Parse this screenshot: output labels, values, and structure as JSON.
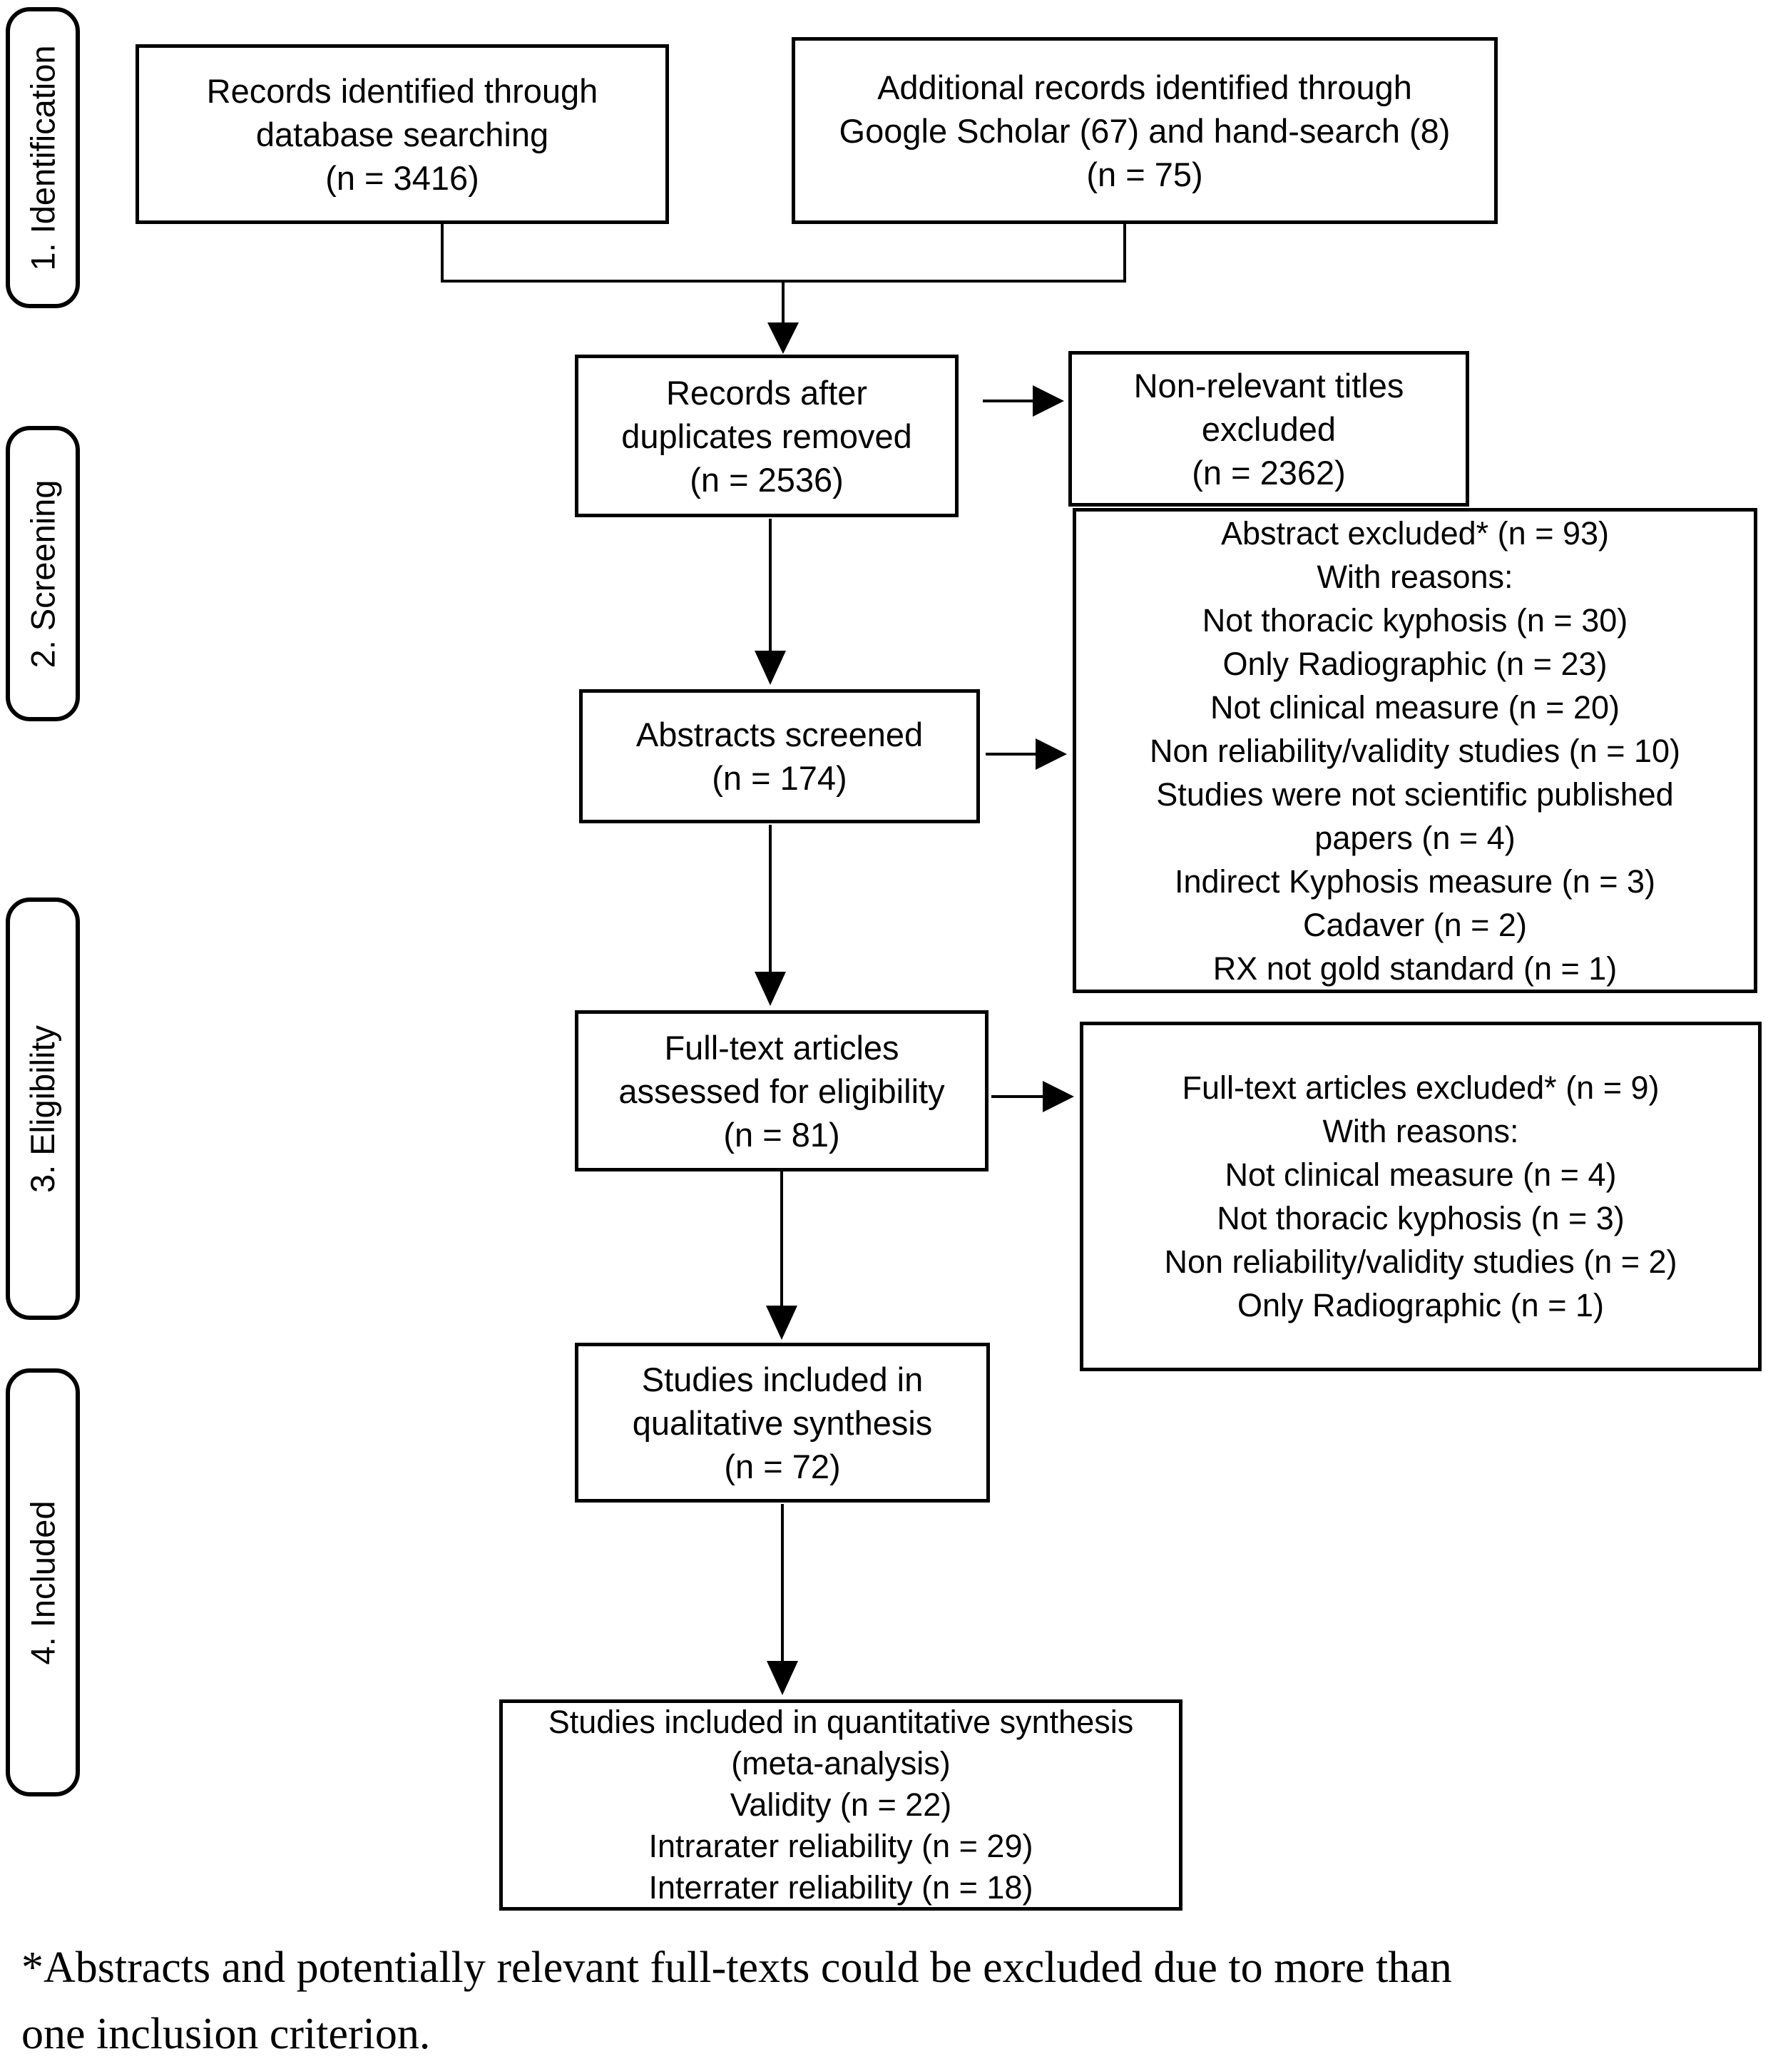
{
  "colors": {
    "ink": "#000000",
    "background": "#ffffff"
  },
  "stages": [
    {
      "label": "1. Identification"
    },
    {
      "label": "2. Screening"
    },
    {
      "label": "3. Eligibility"
    },
    {
      "label": "4. Included"
    }
  ],
  "boxes": {
    "records_identified": {
      "text": "Records identified through\ndatabase searching\n(n = 3416)"
    },
    "additional_records": {
      "text": "Additional records identified through\nGoogle Scholar (67) and hand-search (8)\n(n = 75)"
    },
    "after_duplicates": {
      "text": "Records after\nduplicates removed\n(n = 2536)"
    },
    "titles_excluded": {
      "text": "Non-relevant titles\nexcluded\n(n = 2362)"
    },
    "abstract_excluded": {
      "text": "Abstract excluded* (n = 93)\nWith reasons:\nNot thoracic kyphosis (n = 30)\nOnly Radiographic (n = 23)\nNot clinical measure (n = 20)\nNon reliability/validity studies (n = 10)\nStudies were not scientific published\npapers (n = 4)\nIndirect Kyphosis measure (n = 3)\nCadaver (n = 2)\nRX not gold standard (n = 1)"
    },
    "abstracts_screened": {
      "text": "Abstracts screened\n(n = 174)"
    },
    "fulltext_assessed": {
      "text": "Full-text articles\nassessed for eligibility\n(n = 81)"
    },
    "fulltext_excluded": {
      "text": "Full-text articles excluded* (n = 9)\nWith reasons:\nNot clinical measure (n = 4)\nNot thoracic kyphosis (n = 3)\nNon reliability/validity studies (n = 2)\nOnly Radiographic (n = 1)"
    },
    "qualitative": {
      "text": "Studies included in\nqualitative synthesis\n(n = 72)"
    },
    "quantitative": {
      "text": "Studies included in quantitative synthesis\n(meta-analysis)\nValidity (n = 22)\nIntrarater reliability (n = 29)\nInterrater reliability (n = 18)"
    }
  },
  "footnote": "*Abstracts and potentially relevant full-texts could be excluded due to more than\none inclusion criterion."
}
